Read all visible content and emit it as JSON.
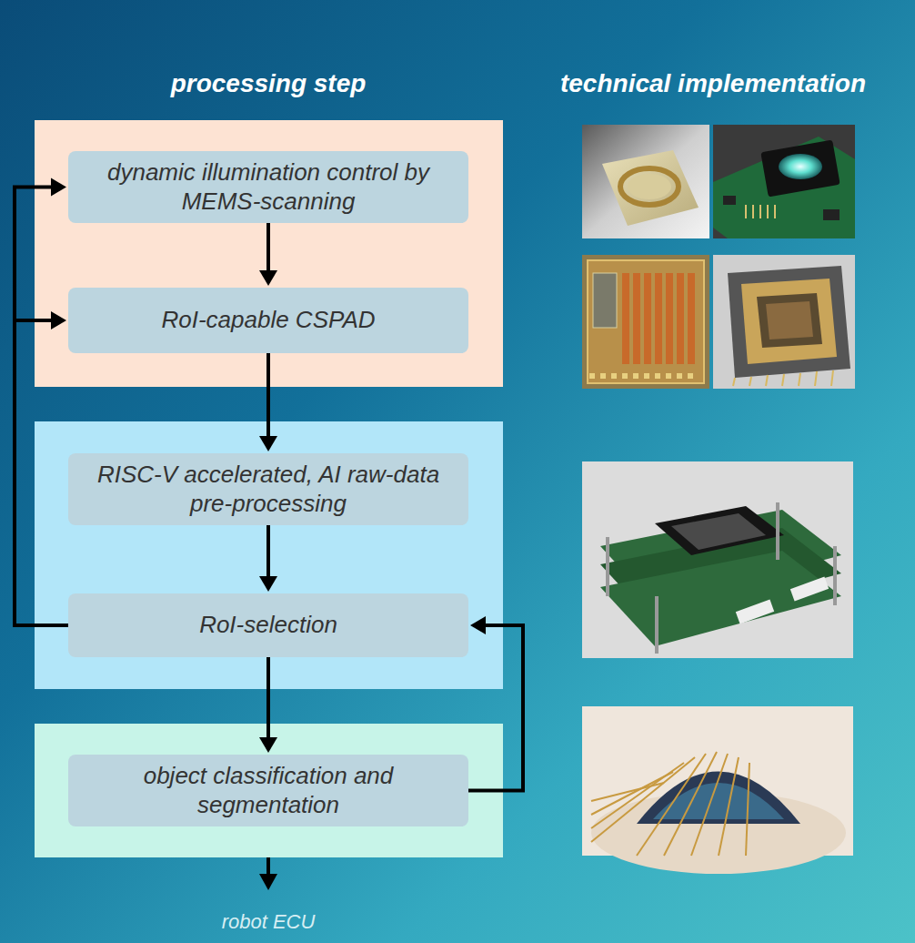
{
  "diagram": {
    "nodes": [
      {
        "text": [
          "dynamic illumination control by MEMS-scanning"
        ]
      },
      {
        "text": [
          "RoI-capable CSPAD"
        ]
      },
      {
        "text": [
          "RISC-V accelerated, AI raw-data pre-processing"
        ]
      },
      {
        "text": [
          "RoI-selection"
        ]
      },
      {
        "text": [
          "object classification and segmentation"
        ]
      }
    ],
    "edges": [
      {
        "from": 0,
        "to": 1,
        "arrow": "to"
      },
      {
        "from": 1,
        "to": 2,
        "arrow": "to"
      },
      {
        "from": 2,
        "to": 3,
        "arrow": "to"
      },
      {
        "from": 3,
        "to": 4,
        "arrow": "to"
      },
      {
        "from": 3,
        "to": 0,
        "arrow": "to"
      },
      {
        "from": 3,
        "to": 1,
        "arrow": "to"
      },
      {
        "from": 4,
        "to": 3,
        "arrow": "to"
      }
    ],
    "labels": [
      "processing step",
      "technical implementation",
      "robot ECU"
    ]
  }
}
